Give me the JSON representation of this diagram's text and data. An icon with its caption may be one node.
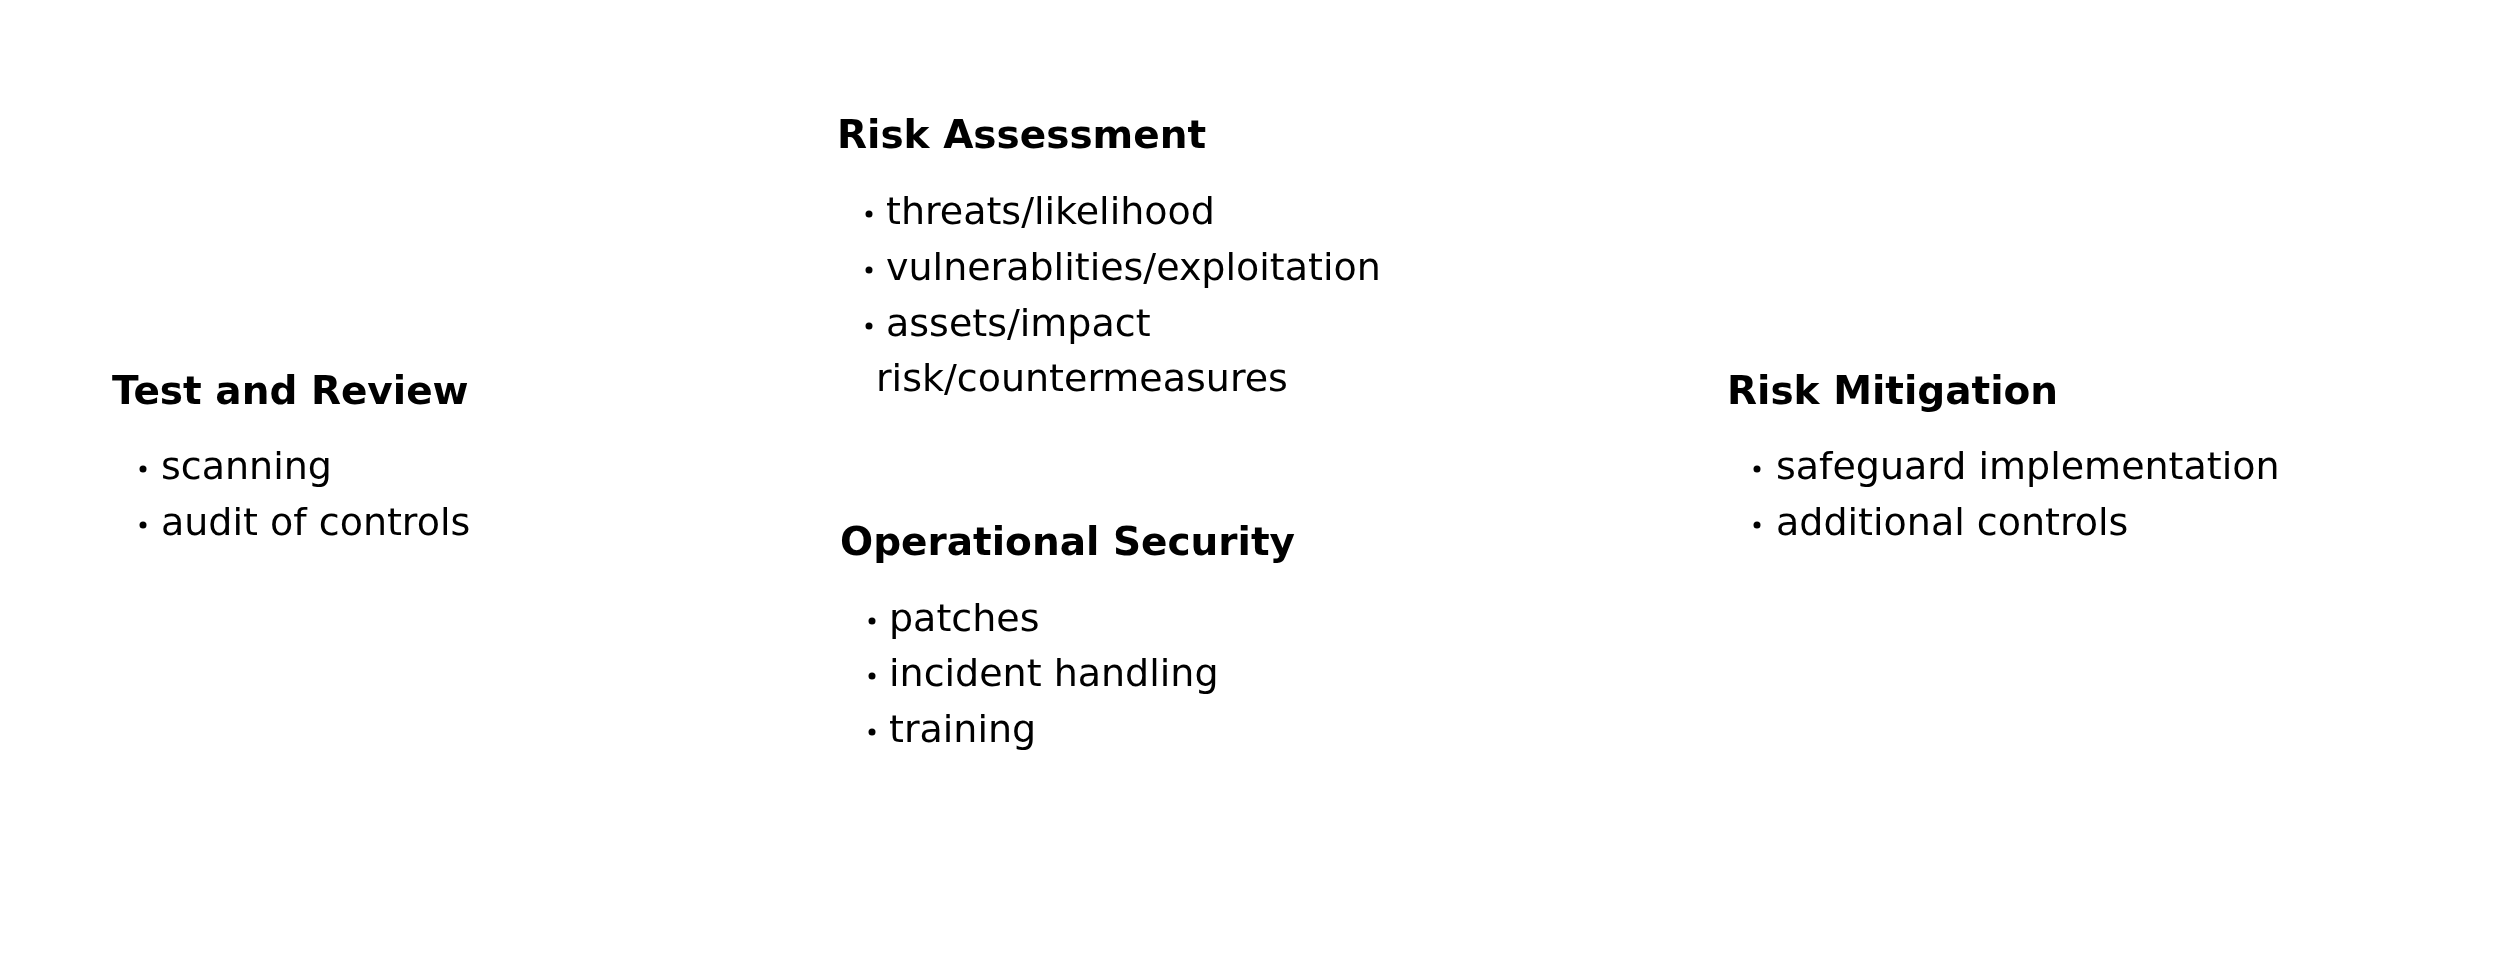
{
  "diagram": {
    "labels": [
      "Risk Assessment",
      "threats/likelihood",
      "vulnerablities/exploitation",
      "assets/impact",
      "risk/countermeasures",
      "Test and Review",
      "scanning",
      "audit of controls",
      "Risk Mitigation",
      "safeguard implementation",
      "additional controls",
      "Operational Security",
      "patches",
      "incident handling",
      "training"
    ]
  }
}
